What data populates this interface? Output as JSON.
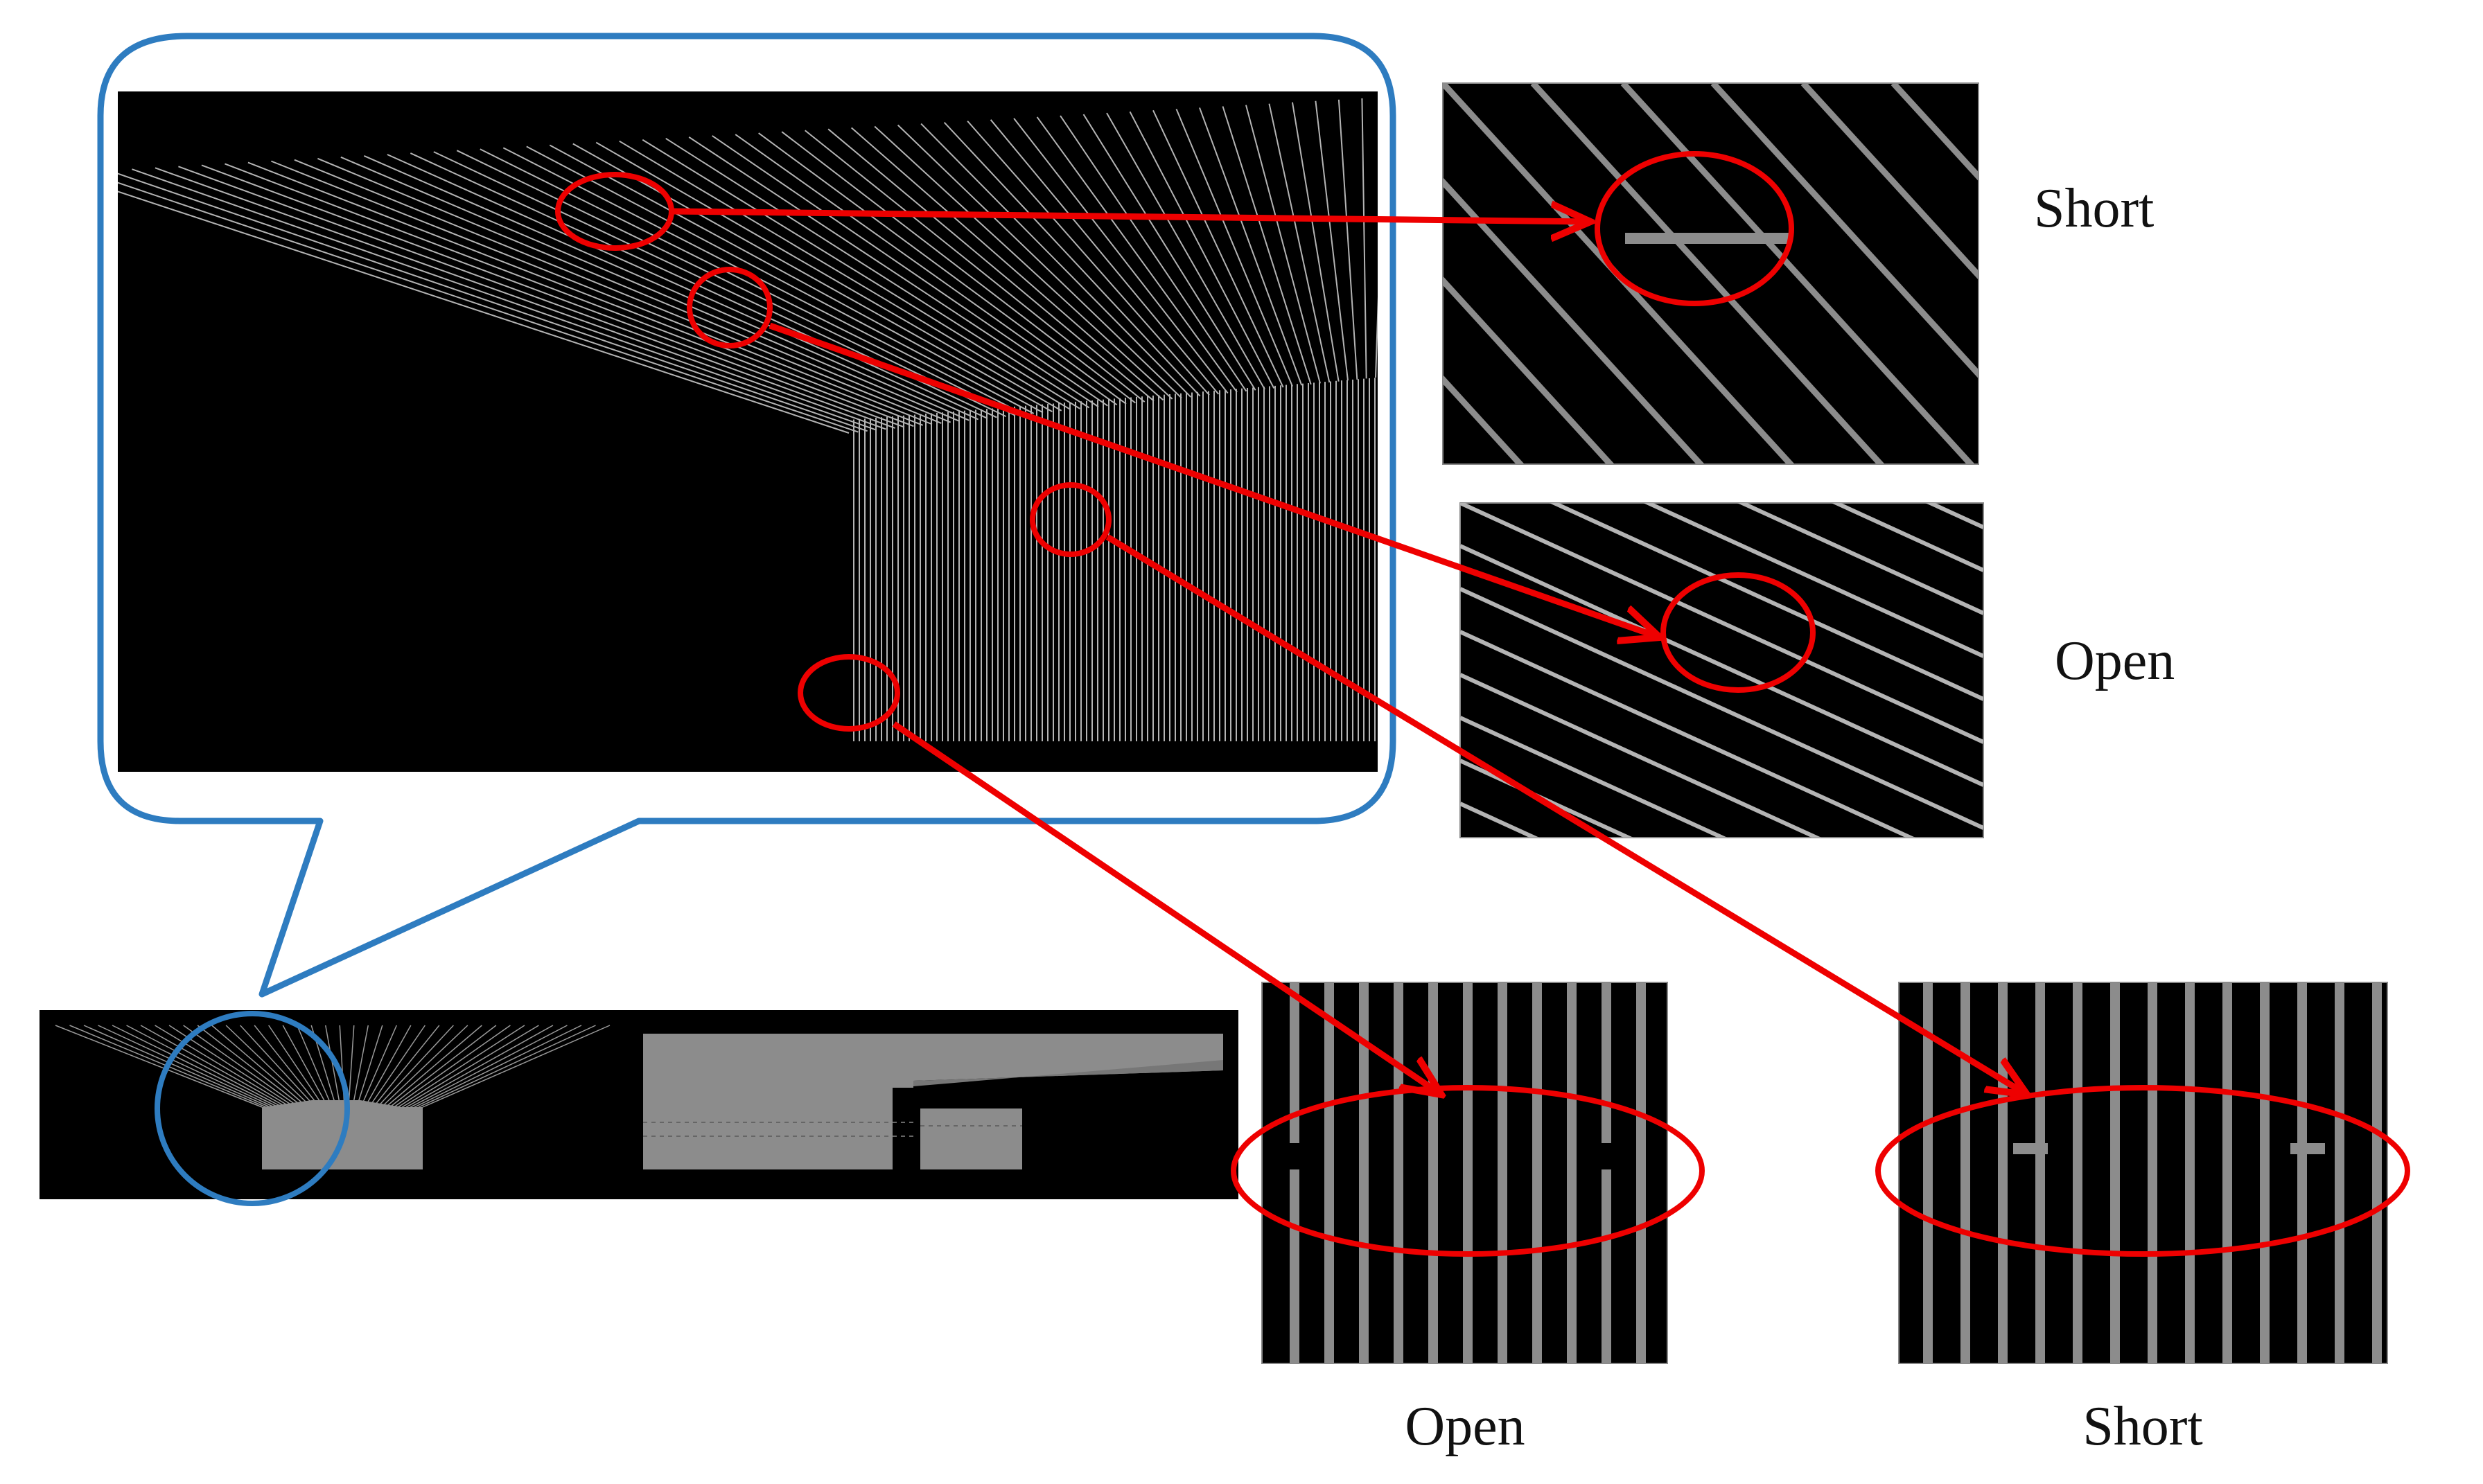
{
  "labels": {
    "top_right_upper": "Short",
    "top_right_lower": "Open",
    "bottom_middle": "Open",
    "bottom_right": "Short"
  },
  "colors": {
    "callout_blue": "#2e7cc0",
    "annotation_red": "#ee0000",
    "panel_black": "#000000",
    "line_gray": "#8c8c8c",
    "line_light": "#b4b4b4"
  }
}
